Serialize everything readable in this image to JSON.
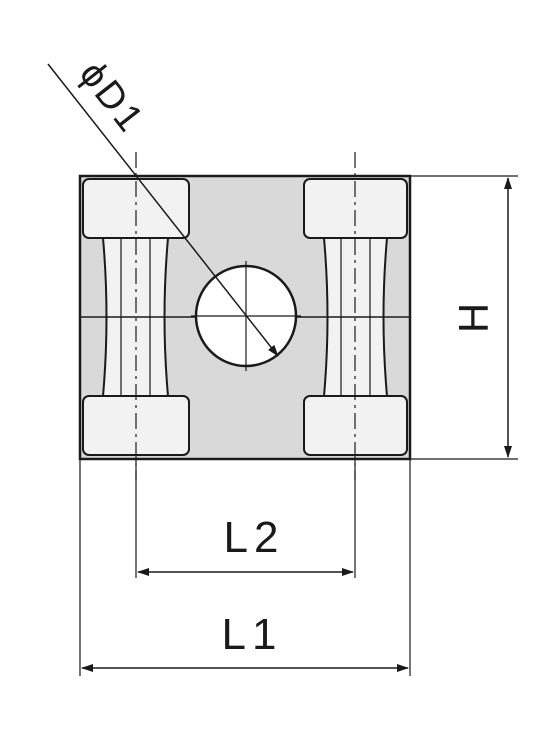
{
  "diagram": {
    "type": "technical-drawing",
    "labels": {
      "diameter": "ϕD1",
      "height": "H",
      "length_inner": "L2",
      "length_outer": "L1"
    },
    "colors": {
      "stroke": "#1a1a1a",
      "bolt_fill": "#f2f2f2",
      "body_fill": "#d9d9d9"
    }
  }
}
